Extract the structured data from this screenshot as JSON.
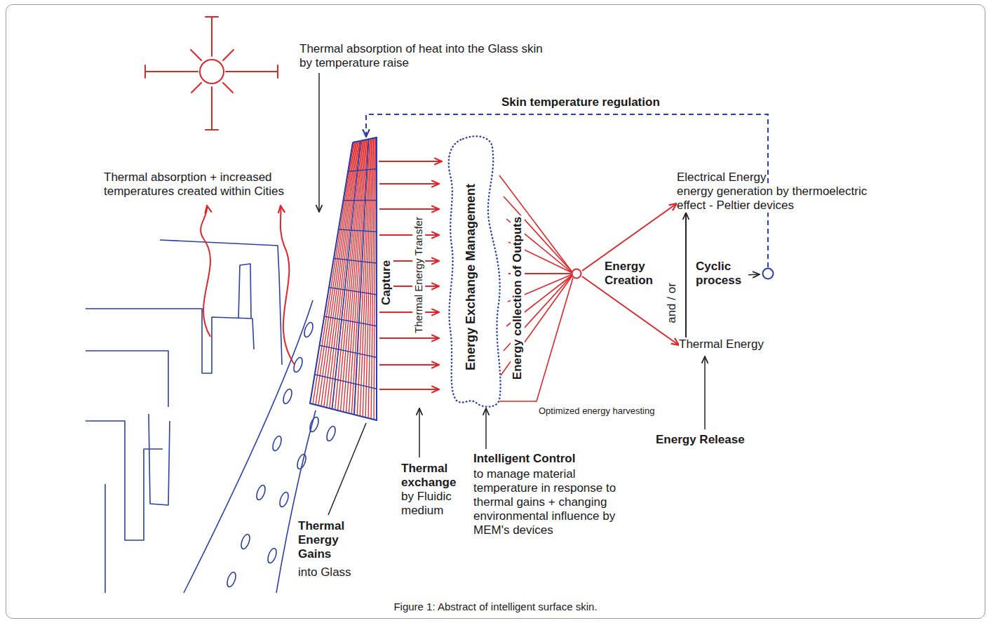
{
  "diagram": {
    "caption": "Figure 1: Abstract of intelligent surface skin.",
    "nodes": [
      {
        "text": [
          "Capture"
        ]
      },
      {
        "text": [
          "Energy Exchange Management",
          "Energy collection of Outputs"
        ]
      },
      {
        "text": [
          "Energy Creation"
        ]
      },
      {
        "text": [
          "Electrical Energy",
          "energy generation by thermoelectric effect - Peltier devices"
        ]
      },
      {
        "text": [
          "Thermal Energy"
        ]
      },
      {
        "text": [
          "Cyclic process"
        ]
      }
    ],
    "edges": [
      {
        "from": 0,
        "to": 1,
        "arrow": "to",
        "label": "Thermal Energy Transfer"
      },
      {
        "from": 1,
        "to": 2,
        "arrow": "none"
      },
      {
        "from": 2,
        "to": 3,
        "arrow": "to"
      },
      {
        "from": 2,
        "to": 4,
        "arrow": "to"
      },
      {
        "from": 4,
        "to": 3,
        "arrow": "to",
        "label": "and / or"
      },
      {
        "from": 5,
        "to": 0,
        "arrow": "to",
        "label": "Skin temperature regulation"
      }
    ],
    "labels": [
      "Thermal absorption of heat into the Glass skin by temperature raise",
      "Thermal absorption + increased temperatures created within Cities",
      "Optimized energy harvesting",
      "Energy Release",
      "Thermal exchange",
      "by Fluidic medium",
      "Intelligent Control",
      "to manage material temperature in response to thermal gains + changing environmental influence by MEM's devices",
      "Thermal Energy Gains",
      "into Glass"
    ]
  }
}
